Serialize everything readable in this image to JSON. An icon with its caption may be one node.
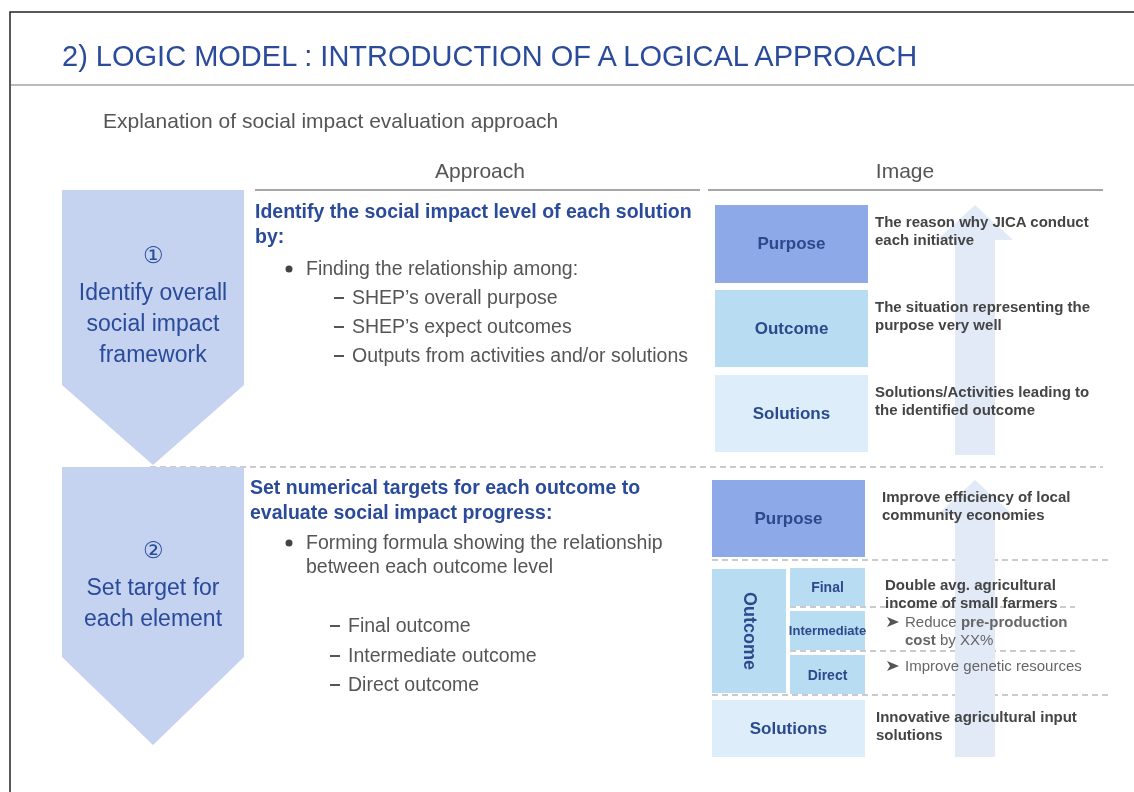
{
  "diagram": {
    "title": "2) LOGIC MODEL : INTRODUCTION OF A LOGICAL APPROACH",
    "nodes": [
      {
        "text": [
          "①",
          "Identify overall social impact framework"
        ]
      },
      {
        "text": [
          "Purpose"
        ],
        "beside": [
          "The reason why JICA conduct each initiative"
        ]
      },
      {
        "text": [
          "Outcome"
        ],
        "beside": [
          "The situation representing the purpose very well"
        ]
      },
      {
        "text": [
          "Solutions"
        ],
        "beside": [
          "Solutions/Activities leading to the identified outcome"
        ]
      },
      {
        "text": [
          "②",
          "Set target for each element"
        ]
      },
      {
        "text": [
          "Purpose"
        ],
        "beside": [
          "Improve efficiency of local community economies"
        ]
      },
      {
        "text": [
          "Outcome"
        ]
      },
      {
        "text": [
          "Final"
        ],
        "beside": [
          "Double avg. agricultural income of small farmers"
        ]
      },
      {
        "text": [
          "Intermediate"
        ],
        "beside": [
          "Reduce **pre-production cost** by XX%"
        ]
      },
      {
        "text": [
          "Direct"
        ],
        "beside": [
          "Improve genetic resources"
        ]
      },
      {
        "text": [
          "Solutions"
        ],
        "beside": [
          "Innovative agricultural input solutions"
        ]
      }
    ],
    "labels": [
      "Explanation of social impact evaluation approach",
      "Approach",
      "Image",
      "Identify the social impact level of each solution by:",
      "Finding the relationship among:",
      "SHEP’s overall purpose",
      "SHEP’s expect outcomes",
      "Outputs from activities and/or solutions",
      "Set numerical targets for each outcome to evaluate social impact progress:",
      "Forming formula showing the relationship between each outcome level",
      "Final outcome",
      "Intermediate outcome",
      "Direct outcome"
    ]
  }
}
